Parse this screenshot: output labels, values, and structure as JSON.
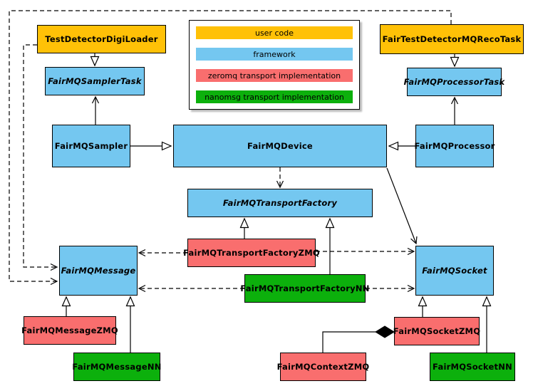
{
  "colors": {
    "user_code": "#FFC107",
    "framework": "#74C7F0",
    "zeromq": "#F96E6E",
    "nanomsg": "#0CB00C"
  },
  "legend": {
    "items": [
      {
        "label": "user code",
        "color_key": "user_code"
      },
      {
        "label": "framework",
        "color_key": "framework"
      },
      {
        "label": "zeromq transport implementation",
        "color_key": "zeromq"
      },
      {
        "label": "nanomsg transport implementation",
        "color_key": "nanomsg"
      }
    ]
  },
  "nodes": {
    "testDetectorDigiLoader": {
      "label": "TestDetectorDigiLoader",
      "category": "user_code",
      "abstract": false
    },
    "fairTestDetectorMQRecoTask": {
      "label": "FairTestDetectorMQRecoTask",
      "category": "user_code",
      "abstract": false
    },
    "fairMQSamplerTask": {
      "label": "FairMQSamplerTask",
      "category": "framework",
      "abstract": true
    },
    "fairMQProcessorTask": {
      "label": "FairMQProcessorTask",
      "category": "framework",
      "abstract": true
    },
    "fairMQSampler": {
      "label": "FairMQSampler",
      "category": "framework",
      "abstract": false
    },
    "fairMQDevice": {
      "label": "FairMQDevice",
      "category": "framework",
      "abstract": false
    },
    "fairMQProcessor": {
      "label": "FairMQProcessor",
      "category": "framework",
      "abstract": false
    },
    "fairMQTransportFactory": {
      "label": "FairMQTransportFactory",
      "category": "framework",
      "abstract": true
    },
    "fairMQTransportFactoryZMQ": {
      "label": "FairMQTransportFactoryZMQ",
      "category": "zeromq",
      "abstract": false
    },
    "fairMQTransportFactoryNN": {
      "label": "FairMQTransportFactoryNN",
      "category": "nanomsg",
      "abstract": false
    },
    "fairMQMessage": {
      "label": "FairMQMessage",
      "category": "framework",
      "abstract": true
    },
    "fairMQSocket": {
      "label": "FairMQSocket",
      "category": "framework",
      "abstract": true
    },
    "fairMQMessageZMQ": {
      "label": "FairMQMessageZMQ",
      "category": "zeromq",
      "abstract": false
    },
    "fairMQMessageNN": {
      "label": "FairMQMessageNN",
      "category": "nanomsg",
      "abstract": false
    },
    "fairMQContextZMQ": {
      "label": "FairMQContextZMQ",
      "category": "zeromq",
      "abstract": false
    },
    "fairMQSocketZMQ": {
      "label": "FairMQSocketZMQ",
      "category": "zeromq",
      "abstract": false
    },
    "fairMQSocketNN": {
      "label": "FairMQSocketNN",
      "category": "nanomsg",
      "abstract": false
    }
  },
  "edges": [
    {
      "from": "TestDetectorDigiLoader",
      "to": "FairMQSamplerTask",
      "type": "inheritance"
    },
    {
      "from": "FairTestDetectorMQRecoTask",
      "to": "FairMQProcessorTask",
      "type": "inheritance"
    },
    {
      "from": "FairMQSampler",
      "to": "FairMQDevice",
      "type": "inheritance"
    },
    {
      "from": "FairMQProcessor",
      "to": "FairMQDevice",
      "type": "inheritance"
    },
    {
      "from": "FairMQSampler",
      "to": "FairMQSamplerTask",
      "type": "association"
    },
    {
      "from": "FairMQProcessor",
      "to": "FairMQProcessorTask",
      "type": "association"
    },
    {
      "from": "FairMQDevice",
      "to": "FairMQTransportFactory",
      "type": "dependency"
    },
    {
      "from": "FairMQDevice",
      "to": "FairMQSocket",
      "type": "association"
    },
    {
      "from": "FairMQTransportFactoryZMQ",
      "to": "FairMQTransportFactory",
      "type": "inheritance"
    },
    {
      "from": "FairMQTransportFactoryNN",
      "to": "FairMQTransportFactory",
      "type": "inheritance"
    },
    {
      "from": "FairMQTransportFactoryZMQ",
      "to": "FairMQMessage",
      "type": "dependency"
    },
    {
      "from": "FairMQTransportFactoryZMQ",
      "to": "FairMQSocket",
      "type": "dependency"
    },
    {
      "from": "FairMQTransportFactoryNN",
      "to": "FairMQMessage",
      "type": "dependency"
    },
    {
      "from": "FairMQTransportFactoryNN",
      "to": "FairMQSocket",
      "type": "dependency"
    },
    {
      "from": "FairMQMessageZMQ",
      "to": "FairMQMessage",
      "type": "inheritance"
    },
    {
      "from": "FairMQMessageNN",
      "to": "FairMQMessage",
      "type": "inheritance"
    },
    {
      "from": "FairMQSocketZMQ",
      "to": "FairMQSocket",
      "type": "inheritance"
    },
    {
      "from": "FairMQSocketNN",
      "to": "FairMQSocket",
      "type": "inheritance"
    },
    {
      "from": "TestDetectorDigiLoader",
      "to": "FairMQMessage",
      "type": "dependency"
    },
    {
      "from": "FairTestDetectorMQRecoTask",
      "to": "FairMQMessage",
      "type": "dependency"
    },
    {
      "from": "FairMQSocketZMQ",
      "to": "FairMQContextZMQ",
      "type": "composition"
    }
  ]
}
